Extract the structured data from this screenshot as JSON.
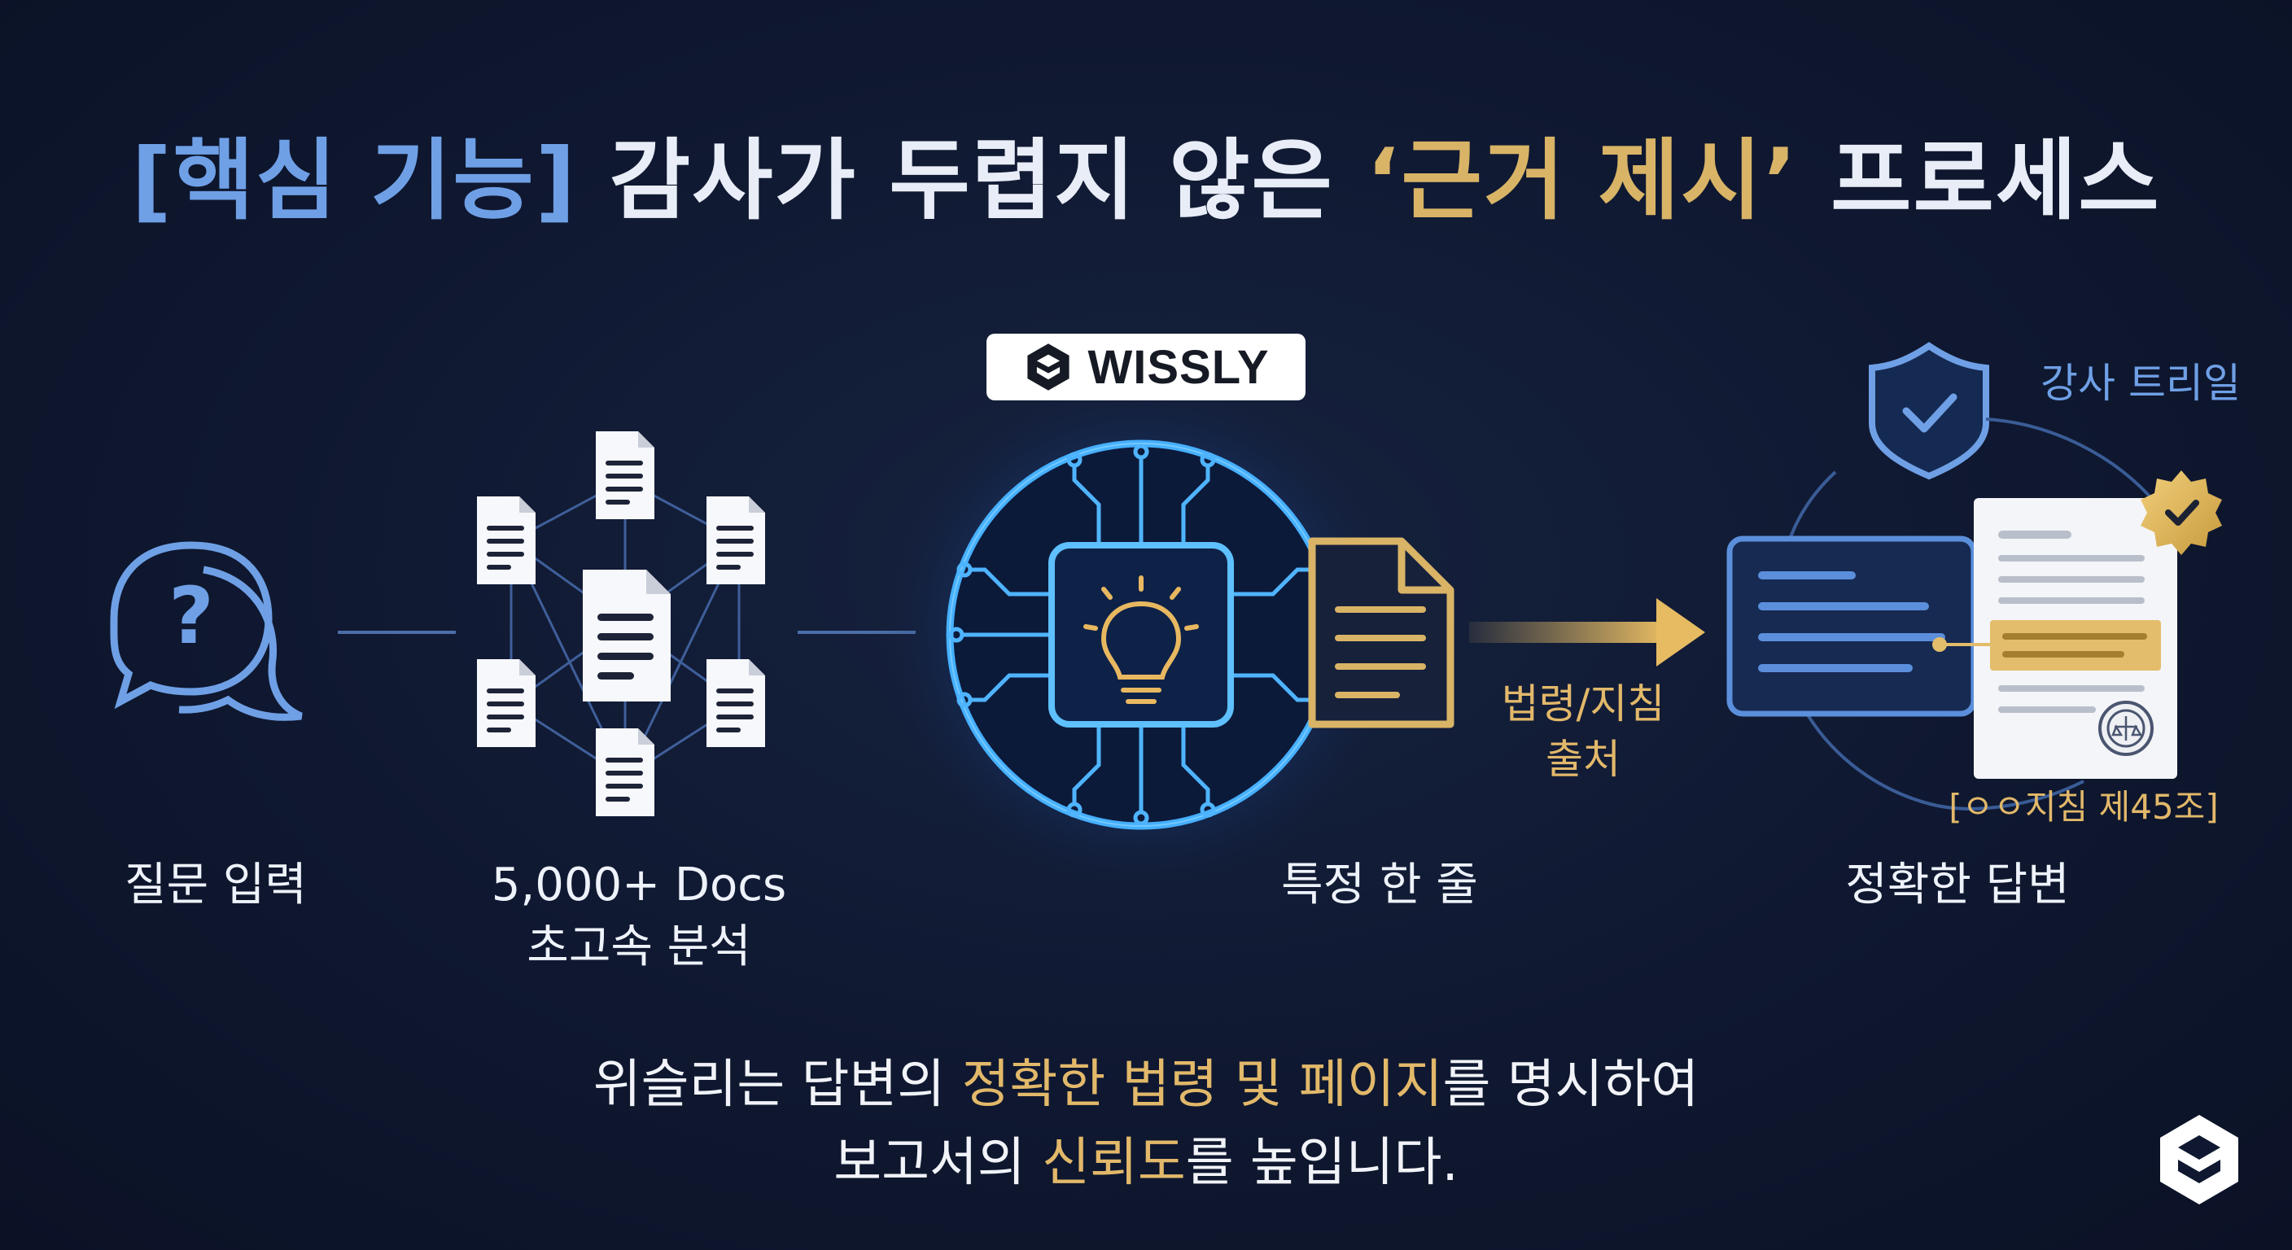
{
  "title": {
    "prefix": "[핵심 기능]",
    "mid": " 감사가 두렵지 않은 ",
    "highlight": "‘근거 제시’",
    "suffix": " 프로세스"
  },
  "logo": {
    "text": "WISSLY"
  },
  "steps": {
    "question": "질문 입력",
    "docs_line1": "5,000+ Docs",
    "docs_line2": "초고속 분석",
    "line": "특정 한 줄",
    "source_line1": "법령/지침",
    "source_line2": "출처",
    "answer": "정확한 답변",
    "audit": "강사 트리일",
    "citation": "[ㅇㅇ지침 제45조]"
  },
  "footer": {
    "l1_a": "위슬리는 답변의 ",
    "l1_gold": "정확한 법령 및 페이지",
    "l1_b": "를 명시하여",
    "l2_a": "보고서의 ",
    "l2_gold": "신뢰도",
    "l2_b": "를 높입니다."
  },
  "colors": {
    "background": "#0f1830",
    "accent_blue": "#6fa0e6",
    "accent_gold": "#d9b467",
    "glow_blue": "#38a8ff"
  },
  "icons": [
    "question-bubble-icon",
    "document-icon",
    "lightbulb-chip-icon",
    "shield-check-icon",
    "certificate-badge-icon",
    "wissly-logo-icon"
  ]
}
